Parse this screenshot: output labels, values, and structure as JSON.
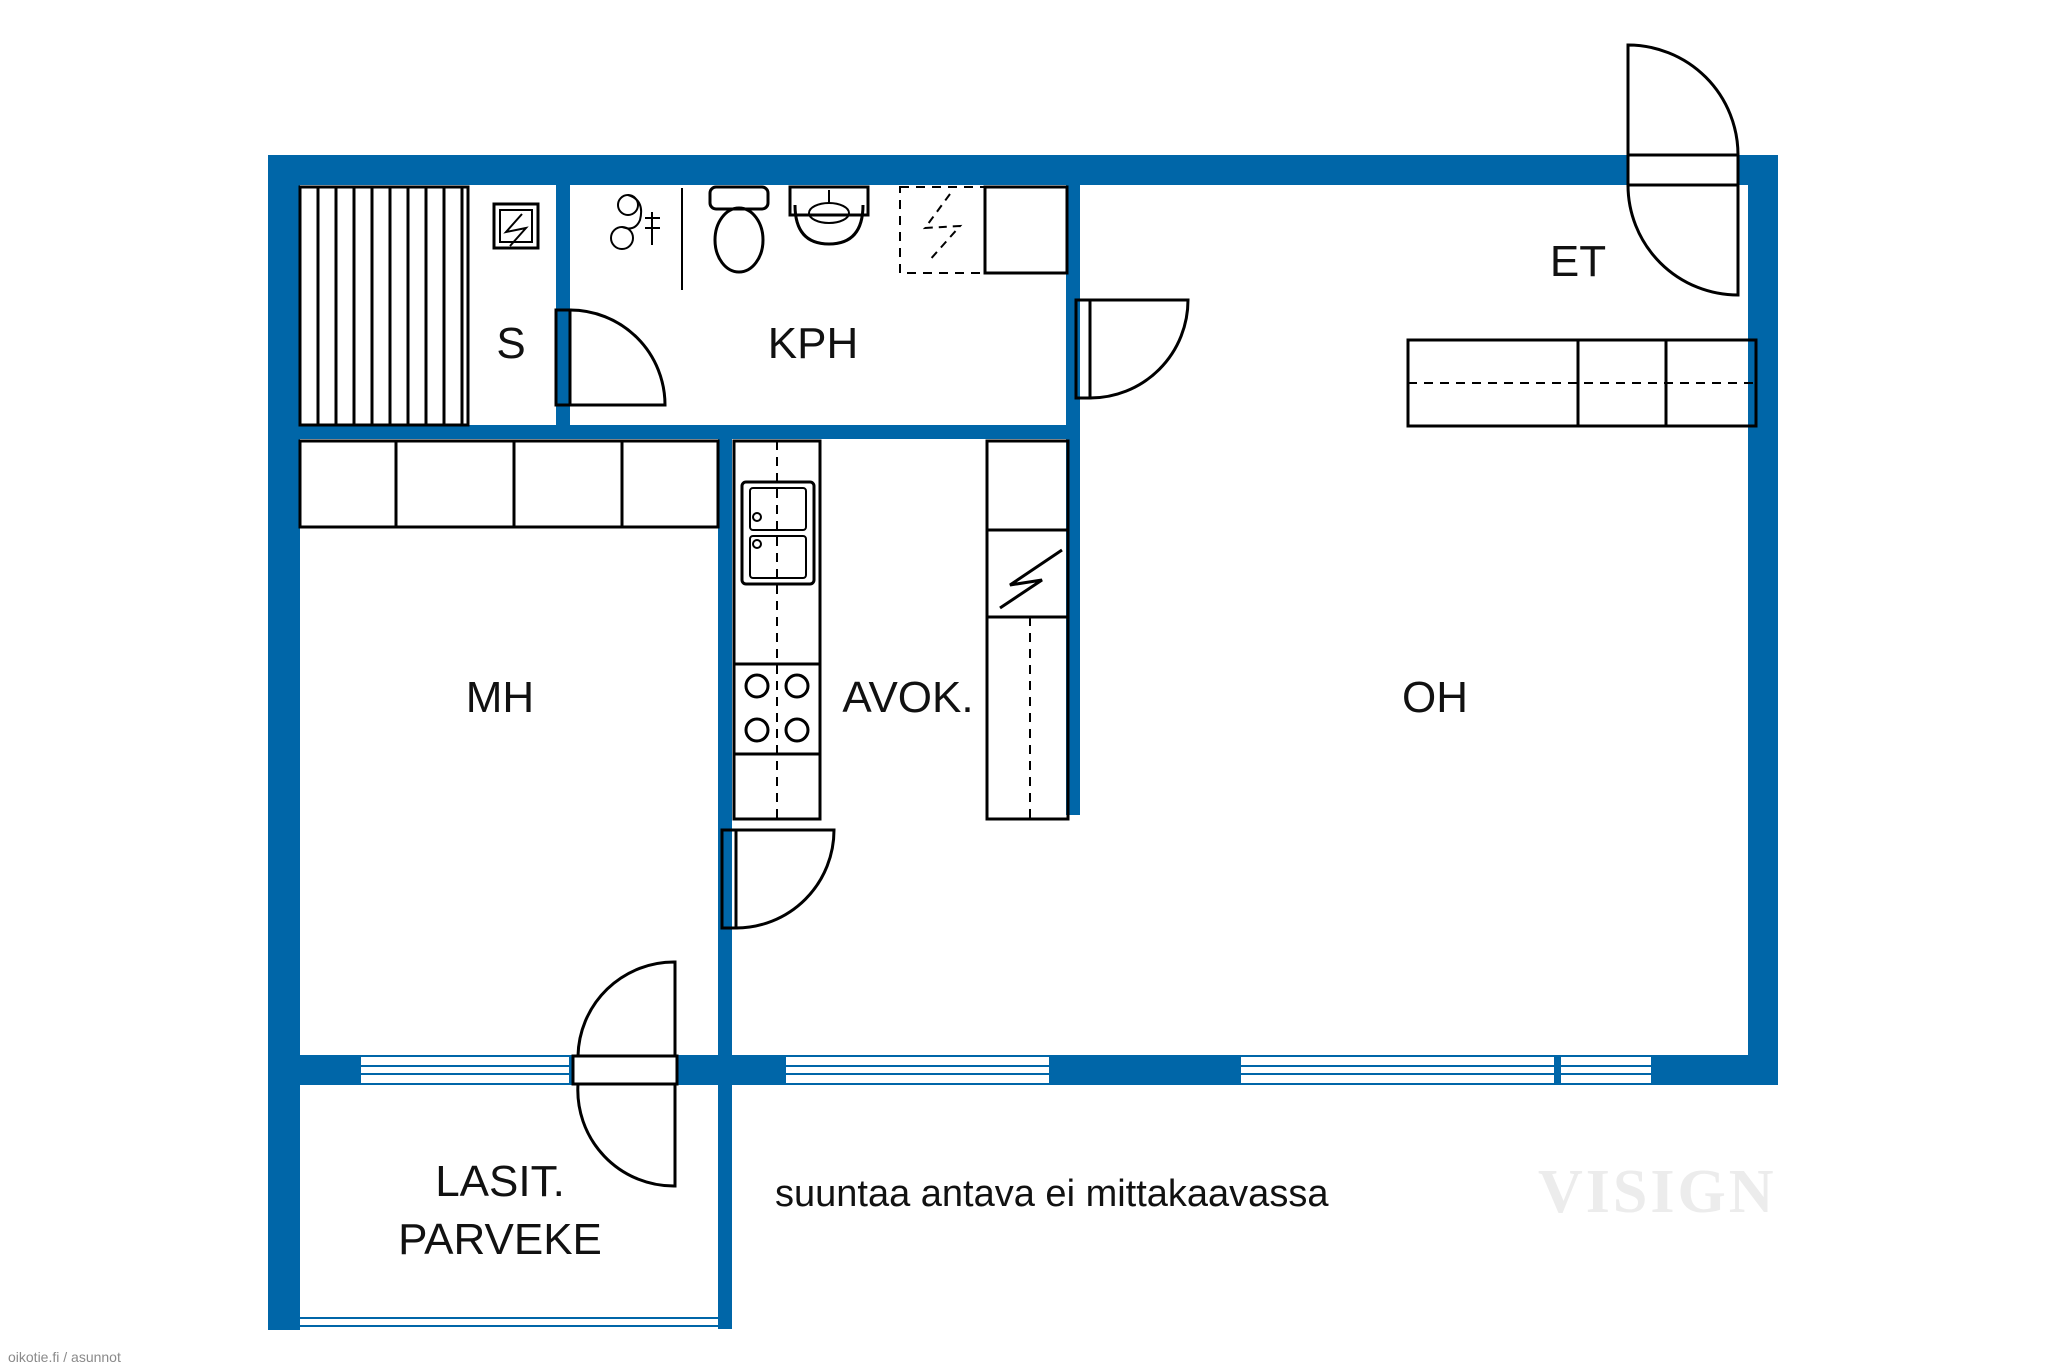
{
  "rooms": {
    "sauna": "S",
    "bathroom": "KPH",
    "entry": "ET",
    "bedroom": "MH",
    "kitchen": "AVOK.",
    "living_room": "OH",
    "balcony_line1": "LASIT.",
    "balcony_line2": "PARVEKE"
  },
  "note": "suuntaa antava ei mittakaavassa",
  "watermark": "VISIGN",
  "source": "oikotie.fi / asunnot",
  "colors": {
    "wall": "#0066a8",
    "lines": "#000000",
    "background": "#ffffff"
  }
}
